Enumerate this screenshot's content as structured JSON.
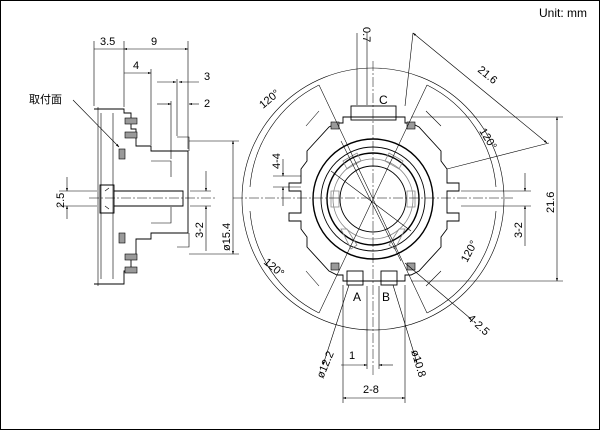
{
  "header": {
    "unit": "Unit: mm"
  },
  "side_view": {
    "mounting_surface": "取付面",
    "dims": {
      "d_3_5": "3.5",
      "d_9": "9",
      "d_4": "4",
      "d_3": "3",
      "d_2": "2",
      "d_2_5": "2.5",
      "d_3_2": "3-2",
      "d_15_4": "ø15.4"
    }
  },
  "front_view": {
    "pins": {
      "a": "A",
      "b": "B",
      "c": "C"
    },
    "dims": {
      "d_0_7": "0.7",
      "d_21_6_top": "21.6",
      "d_21_6_right": "21.6",
      "d_4_4": "4-4",
      "d_3_2": "3-2",
      "d_4_2_5": "4-2.5",
      "d_12_2": "ø12.2",
      "d_1": "1",
      "d_10_8": "ø10.8",
      "d_2_8": "2-8"
    },
    "angles": {
      "top_left": "120°",
      "right": "120°",
      "lower_right": "120°",
      "left": "120°"
    }
  }
}
